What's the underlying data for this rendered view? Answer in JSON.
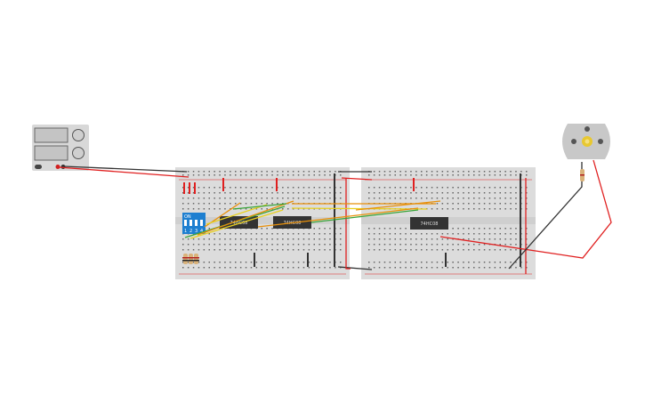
{
  "chips": [
    {
      "label": "74HC08"
    },
    {
      "label": "74HC08"
    },
    {
      "label": "74HC08"
    }
  ],
  "dip_switch": {
    "title": "ON",
    "numbers": [
      "1",
      "2",
      "3",
      "4"
    ]
  },
  "colors": {
    "breadboard": "#dcdcdc",
    "rail_red": "#e02020",
    "wire_black": "#333333",
    "wire_orange": "#e8900a",
    "wire_yellow": "#e8d020",
    "wire_green": "#3aa53a",
    "dip_blue": "#1e7fd0",
    "chip": "#333333",
    "motor": "#c8c8c8",
    "power_supply": "#d8d8d8"
  },
  "components": [
    "power-supply",
    "breadboard-left",
    "breadboard-right",
    "dip-switch",
    "resistors",
    "dc-motor"
  ]
}
